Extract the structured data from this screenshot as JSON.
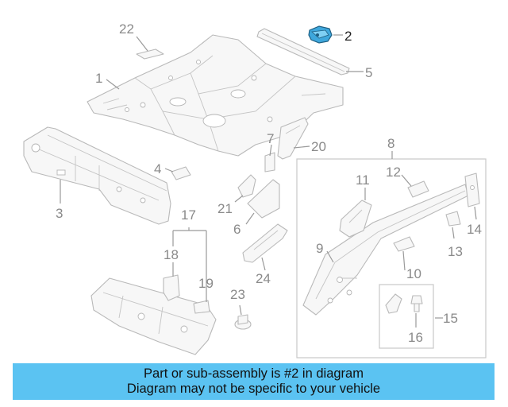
{
  "callouts": {
    "c1": "1",
    "c2": "2",
    "c3": "3",
    "c4": "4",
    "c5": "5",
    "c6": "6",
    "c7": "7",
    "c8": "8",
    "c9": "9",
    "c10": "10",
    "c11": "11",
    "c12": "12",
    "c13": "13",
    "c14": "14",
    "c15": "15",
    "c16": "16",
    "c17": "17",
    "c18": "18",
    "c19": "19",
    "c20": "20",
    "c21": "21",
    "c22": "22",
    "c23": "23",
    "c24": "24"
  },
  "highlight": {
    "part_number": "2",
    "color": "#5bc3f2"
  },
  "banner": {
    "line1": "Part or sub-assembly is #2 in diagram",
    "line2": "Diagram may not be specific to your vehicle",
    "background": "#5bc3f2"
  }
}
